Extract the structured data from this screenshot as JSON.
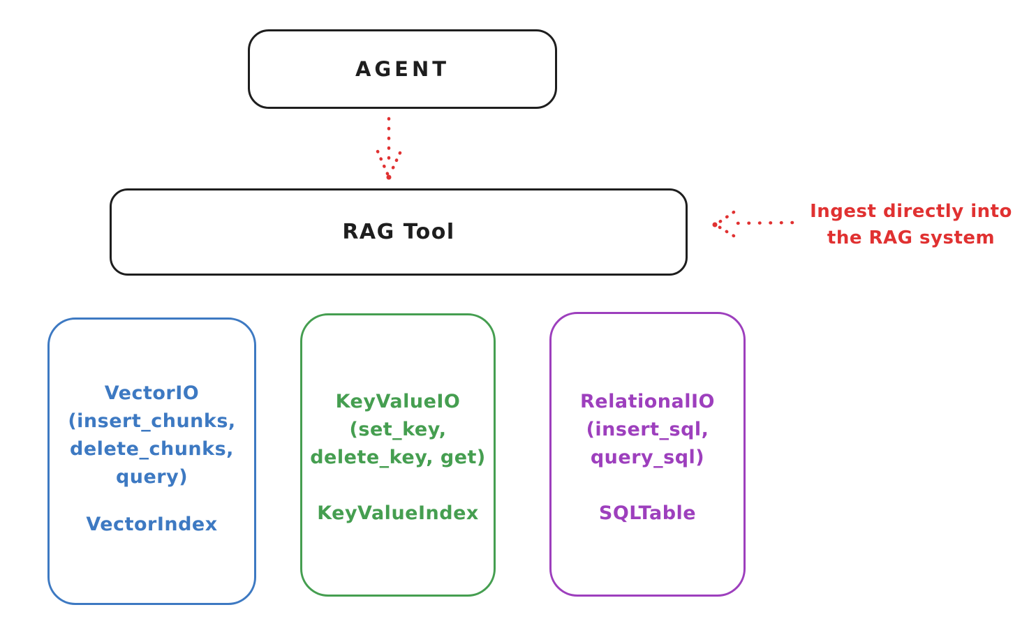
{
  "colors": {
    "ink": "#1e1e1e",
    "red": "#e03131",
    "blue": "#3d79c2",
    "green": "#459e50",
    "purple": "#9d3fbd"
  },
  "agent": {
    "label": "AGENT"
  },
  "rag_tool": {
    "label": "RAG Tool"
  },
  "annotation": {
    "lines": [
      "Ingest directly into",
      "the RAG system"
    ]
  },
  "vector_box": {
    "lines": [
      "VectorIO",
      "(insert_chunks,",
      "delete_chunks,",
      "query)"
    ],
    "index": "VectorIndex"
  },
  "keyvalue_box": {
    "lines": [
      "KeyValueIO",
      "(set_key,",
      "delete_key, get)"
    ],
    "index": "KeyValueIndex"
  },
  "relational_box": {
    "lines": [
      "RelationalIO",
      "(insert_sql,",
      "query_sql)"
    ],
    "index": "SQLTable"
  }
}
